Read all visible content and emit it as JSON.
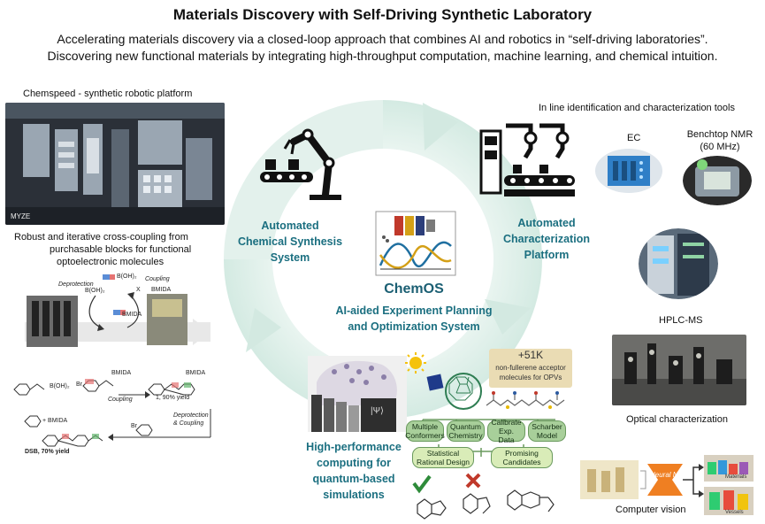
{
  "header": {
    "title": "Materials Discovery with Self-Driving Synthetic Laboratory",
    "subtitle_line1": "Accelerating materials discovery via a closed-loop approach that combines AI and robotics in “self-driving laboratories”.",
    "subtitle_line2": "Discovering new functional materials by integrating high-throughput computation, machine learning, and chemical intuition."
  },
  "left": {
    "chemspeed_label": "Chemspeed - synthetic robotic platform",
    "photo_watermark": "MYZE",
    "coupling_line1": "Robust and iterative cross-coupling from",
    "coupling_line2": "purchasable blocks for functional",
    "coupling_line3": "optoelectronic molecules",
    "deprotection": "Deprotection",
    "coupling": "Coupling",
    "b_oh2": "B(OH)₂",
    "x_label": "X",
    "bmida": "BMIDA",
    "br": "Br",
    "coupling_arrow": "Coupling",
    "yield1": "1, 90% yield",
    "plus_bmida": "+ BMIDA",
    "deprot_coupling_line1": "Deprotection",
    "deprot_coupling_line2": "& Coupling",
    "dsb": "DSB, 70% yield"
  },
  "cycle": {
    "synthesis_line1": "Automated",
    "synthesis_line2": "Chemical Synthesis",
    "synthesis_line3": "System",
    "characterization_line1": "Automated",
    "characterization_line2": "Characterization",
    "characterization_line3": "Platform",
    "chemos": "ChemOS",
    "chemos_sub_line1": "AI-aided Experiment Planning",
    "chemos_sub_line2": "and Optimization System",
    "hpc_line1": "High-performance",
    "hpc_line2": "computing for",
    "hpc_line3": "quantum-based",
    "hpc_line4": "simulations",
    "ring_color": "#d7ece6"
  },
  "hpc": {
    "molecules_count": "+51K",
    "molecules_line1": "non-fullerene acceptor",
    "molecules_line2": "molecules for OPVs",
    "psi": "|Ψ⟩",
    "pills": {
      "multiple_line1": "Multiple",
      "multiple_line2": "Conformers",
      "quantum_line1": "Quantum",
      "quantum_line2": "Chemistry",
      "calibrate_line1": "Calibrate",
      "calibrate_line2": "Exp. Data",
      "scharber_line1": "Scharber",
      "scharber_line2": "Model",
      "statistical_line1": "Statistical",
      "statistical_line2": "Rational Design",
      "promising_line1": "Promising",
      "promising_line2": "Candidates"
    }
  },
  "right": {
    "tools_label": "In line identification and characterization tools",
    "ec_label": "EC",
    "nmr_line1": "Benchtop NMR",
    "nmr_line2": "(60 MHz)",
    "hplc_label": "HPLC-MS",
    "optical_label": "Optical characterization",
    "cv_label": "Computer vision",
    "neural_net": "Neural Net",
    "materials": "Materials",
    "vessels": "Vessels"
  }
}
